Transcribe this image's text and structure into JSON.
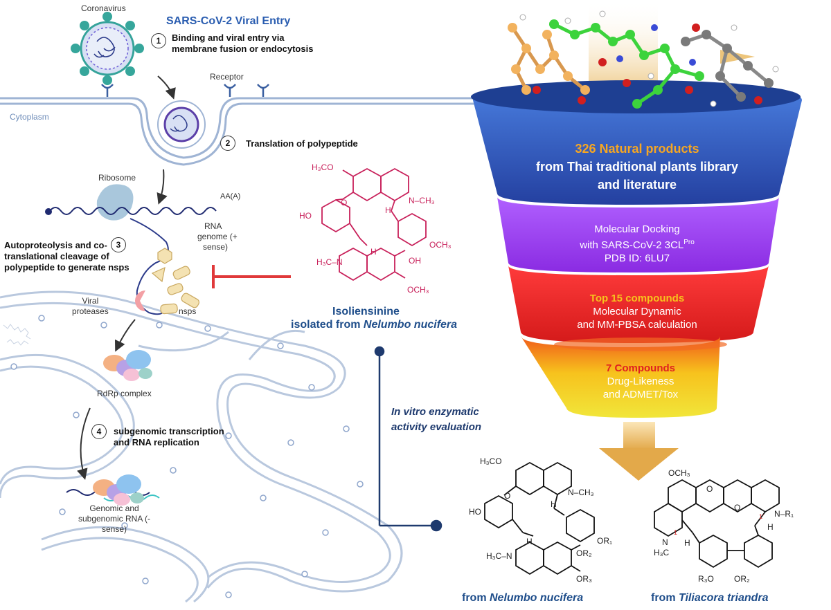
{
  "title": "SARS-CoV-2 Viral Entry",
  "labels": {
    "coronavirus": "Coronavirus",
    "receptor": "Receptor",
    "cytoplasm": "Cytoplasm",
    "ribosome": "Ribosome",
    "polyA": "AA(A)",
    "rna_genome_1": "RNA",
    "rna_genome_2": "genome (+",
    "rna_genome_3": "sense)",
    "viral_proteases_1": "Viral",
    "viral_proteases_2": "proteases",
    "nsps": "nsps",
    "rdrp": "RdRp complex",
    "genomic_1": "Genomic and",
    "genomic_2": "subgenomic RNA (-",
    "genomic_3": "sense)"
  },
  "steps": [
    {
      "num": "1",
      "line1": "Binding and viral entry via",
      "line2": "membrane fusion or endocytosis"
    },
    {
      "num": "2",
      "line1": "Translation of polypeptide"
    },
    {
      "num": "3",
      "line1": "Autoproteolysis and co-",
      "line2": "translational cleavage of",
      "line3": "polypeptide to generate nsps"
    },
    {
      "num": "4",
      "line1": "subgenomic transcription",
      "line2": "and RNA replication"
    }
  ],
  "compound": {
    "name": "Isoliensinine",
    "source_prefix": "isolated from ",
    "source_species": "Nelumbo nucifera"
  },
  "in_vitro": {
    "line1": "In vitro enzymatic",
    "line2": "activity evaluation"
  },
  "funnel": [
    {
      "highlight": "326 Natural products",
      "line2": "from Thai traditional plants library",
      "line3": "and literature"
    },
    {
      "line1": "Molecular Docking",
      "line2": "with SARS-CoV-2 3CL",
      "sup": "Pro",
      "line3": "PDB ID: 6LU7"
    },
    {
      "highlight": "Top 15 compounds",
      "line2": "Molecular Dynamic",
      "line3": "and MM-PBSA calculation"
    },
    {
      "highlight": "7 Compounds",
      "line2": "Drug-Likeness",
      "line3": "and ADMET/Tox"
    }
  ],
  "bottom": {
    "left_prefix": "from ",
    "left_species": "Nelumbo nucifera",
    "right_prefix": "from ",
    "right_species": "Tiliacora triandra"
  },
  "chem_labels": {
    "h3co": "H₃CO",
    "ho": "HO",
    "n_ch3": "N–CH₃",
    "h": "H",
    "och3": "OCH₃",
    "h3c_n": "H₃C–N",
    "oh": "OH",
    "n": "N",
    "or1": "OR₁",
    "or2": "OR₂",
    "or3": "OR₃",
    "r3o": "R₃O",
    "r1": "N–R₁",
    "h3c": "H₃C",
    "one": "1",
    "one_prime": "1'",
    "o": "O"
  },
  "colors": {
    "title_blue": "#2a5db0",
    "funnel_blue": "#2f57b5",
    "funnel_purple": "#9a3ff0",
    "funnel_red": "#ee2424",
    "funnel_yellow": "#f2d020",
    "highlight_orange": "#f5a623",
    "compound_red": "#c8205a",
    "inhibit_red": "#e0393a",
    "navy": "#1e3a6e",
    "arrow_gold": "#e8b65a"
  }
}
